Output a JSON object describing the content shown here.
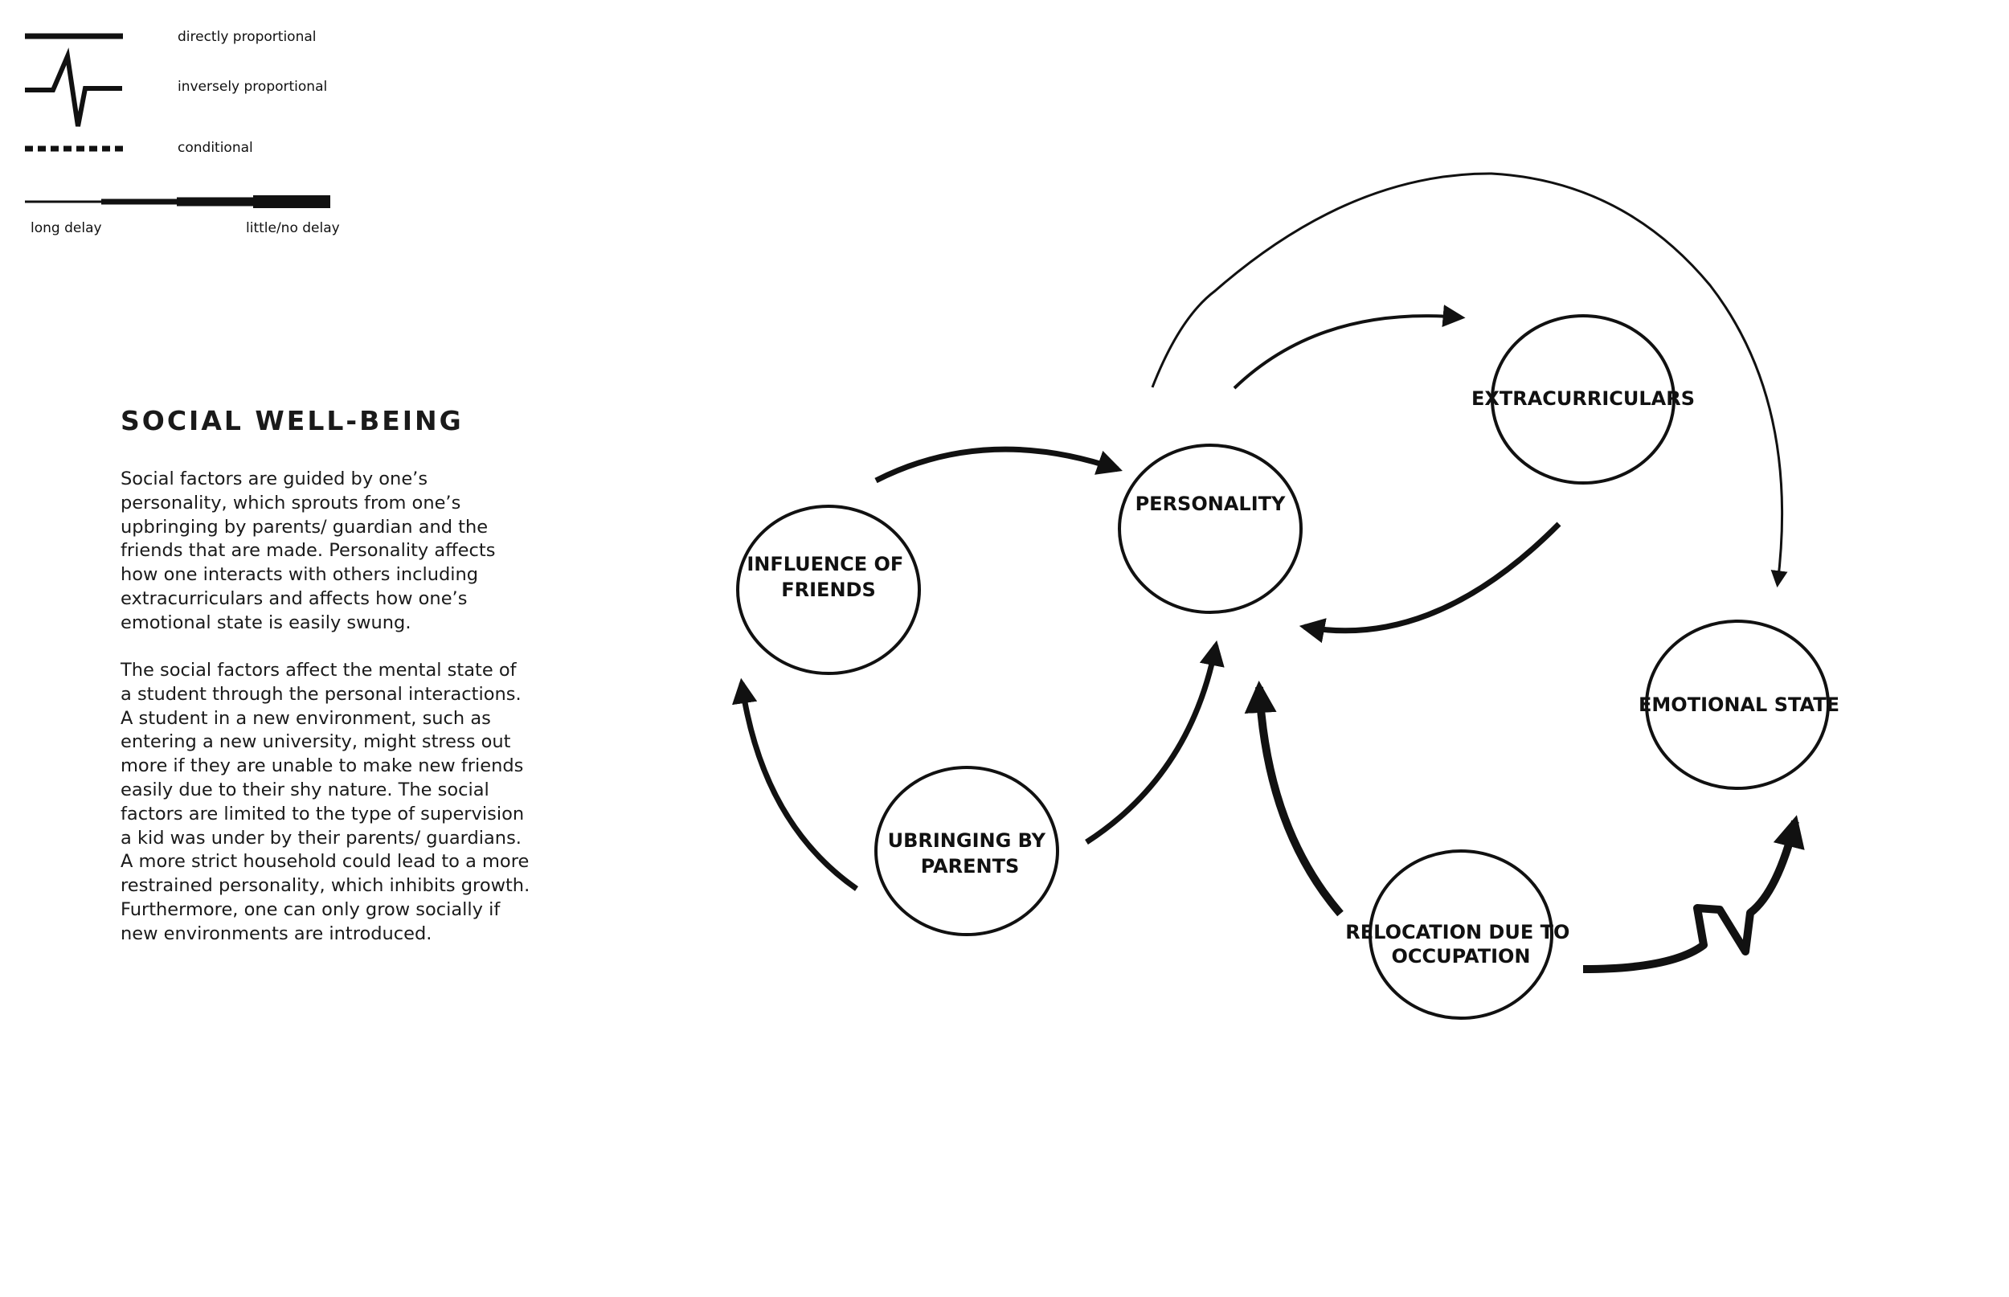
{
  "legend": {
    "directly_proportional": "directly proportional",
    "inversely_proportional": "inversely proportional",
    "conditional": "conditional",
    "long_delay": "long delay",
    "little_no_delay": "little/no delay"
  },
  "text_panel": {
    "title": "SOCIAL WELL-BEING",
    "paragraph1_lines": [
      "Social factors are guided by one’s",
      "personality, which sprouts from one’s",
      "upbringing by parents/ guardian and the",
      "friends that are made. Personality affects",
      "how one interacts with others including",
      "extracurriculars and affects how one’s",
      "emotional state is easily swung."
    ],
    "paragraph2_lines": [
      "The social factors affect the mental state of",
      "a student through the personal interactions.",
      "A student in a new environment, such as",
      "entering a new university, might stress out",
      "more if they are unable to make new friends",
      "easily due to their shy nature. The social",
      "factors are limited to the type of supervision",
      "a kid was under by their parents/ guardians.",
      "A more strict household could lead to a more",
      "restrained personality, which inhibits growth.",
      "Furthermore, one can only grow socially if",
      "new environments are introduced."
    ]
  },
  "nodes": {
    "friends": [
      "INFLUENCE OF",
      "FRIENDS"
    ],
    "personality": [
      "PERSONALITY"
    ],
    "extracurriculars": [
      "EXTRACURRICULARS"
    ],
    "parents": [
      "UBRINGING BY",
      "PARENTS"
    ],
    "relocation": [
      "RELOCATION DUE TO",
      "OCCUPATION"
    ],
    "emotional": [
      "EMOTIONAL STATE"
    ]
  },
  "links": [
    {
      "from": "friends",
      "to": "personality",
      "type": "directly proportional"
    },
    {
      "from": "parents",
      "to": "friends",
      "type": "directly proportional"
    },
    {
      "from": "parents",
      "to": "personality",
      "type": "directly proportional"
    },
    {
      "from": "relocation",
      "to": "personality",
      "type": "directly proportional"
    },
    {
      "from": "personality",
      "to": "extracurriculars",
      "type": "directly proportional"
    },
    {
      "from": "extracurriculars",
      "to": "personality",
      "type": "directly proportional"
    },
    {
      "from": "personality",
      "to": "emotional",
      "type": "directly proportional"
    },
    {
      "from": "relocation",
      "to": "emotional",
      "type": "inversely proportional"
    }
  ],
  "colors": {
    "ink": "#111111",
    "background": "#ffffff"
  }
}
